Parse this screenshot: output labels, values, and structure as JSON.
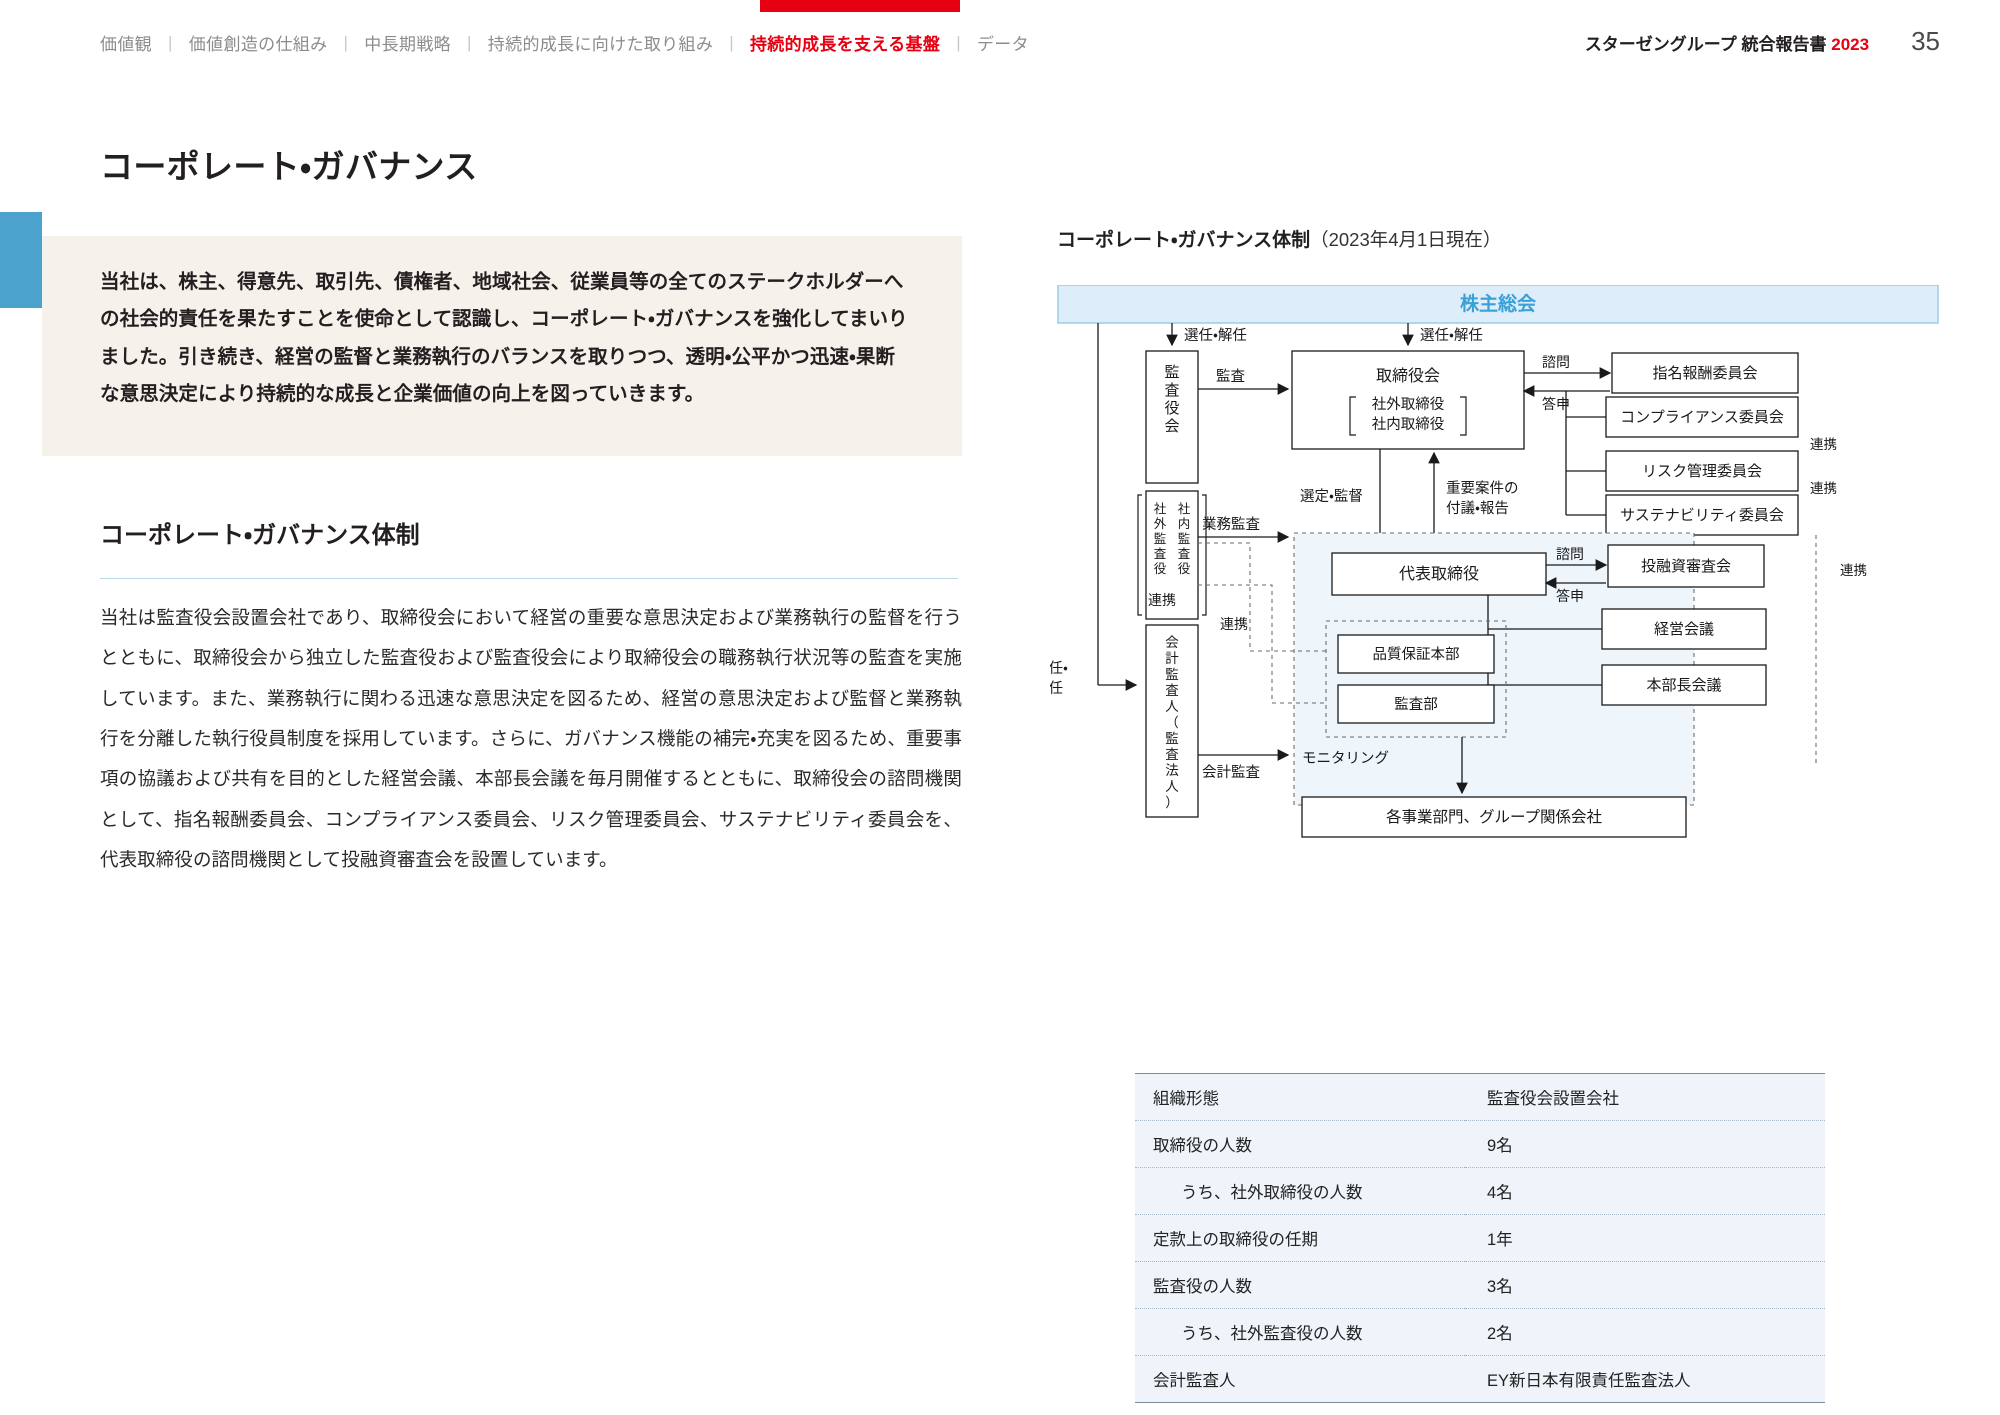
{
  "header": {
    "nav": [
      {
        "label": "価値観",
        "active": false
      },
      {
        "label": "価値創造の仕組み",
        "active": false
      },
      {
        "label": "中長期戦略",
        "active": false
      },
      {
        "label": "持続的成長に向けた取り組み",
        "active": false
      },
      {
        "label": "持続的成長を支える基盤",
        "active": true
      },
      {
        "label": "データ",
        "active": false
      }
    ],
    "separator": "|",
    "brand_name": "スターゼングループ 統合報告書 ",
    "brand_year": "2023",
    "page_number": "35",
    "accent_red": "#e60012"
  },
  "main": {
    "page_title": "コーポレート・ガバナンス",
    "statement": "当社は、株主、得意先、取引先、債権者、地域社会、従業員等の全てのステークホルダーへの社会的責任を果たすことを使命として認識し、コーポレート・ガバナンスを強化してまいりました。引き続き、経営の監督と業務執行のバランスを取りつつ、透明・公平かつ迅速・果断な意思決定により持続的な成長と企業価値の向上を図っていきます。",
    "section_title": "コーポレート・ガバナンス体制",
    "body": "当社は監査役会設置会社であり、取締役会において経営の重要な意思決定および業務執行の監督を行うとともに、取締役会から独立した監査役および監査役会により取締役会の職務執行状況等の監査を実施しています。また、業務執行に関わる迅速な意思決定を図るため、経営の意思決定および監督と業務執行を分離した執行役員制度を採用しています。さらに、ガバナンス機能の補完・充実を図るため、重要事項の協議および共有を目的とした経営会議、本部長会議を毎月開催するとともに、取締役会の諮問機関として、指名報酬委員会、コンプライアンス委員会、リスク管理委員会、サステナビリティ委員会を、代表取締役の諮問機関として投融資審査会を設置しています。"
  },
  "diagram": {
    "title_bold": "コーポレート・ガバナンス体制",
    "title_date": "（2023年4月1日現在）",
    "nodes": {
      "shareholders_meeting": "株主総会",
      "audit_and_supervisory_board": "監査役会",
      "outside_auditor": "社外監査役",
      "inside_auditor": "社内監査役",
      "board_of_directors": "取締役会",
      "outside_director": "社外取締役",
      "inside_director": "社内取締役",
      "nomination_remuneration_committee": "指名報酬委員会",
      "compliance_committee": "コンプライアンス委員会",
      "risk_management_committee": "リスク管理委員会",
      "sustainability_committee": "サステナビリティ委員会",
      "accounting_auditor": "会計監査人（監査法人）",
      "representative_director": "代表取締役",
      "investment_loan_committee": "投融資審査会",
      "management_meeting": "経営会議",
      "division_heads_meeting": "本部長会議",
      "quality_assurance_hq": "品質保証本部",
      "audit_department": "監査部",
      "business_divisions": "各事業部門、グループ関係会社"
    },
    "edges": {
      "appoint_dismiss": "選任・解任",
      "appoint_dismiss_2": "選任・解任",
      "appoint_dismiss_left": "選任・\n解任",
      "audit": "監査",
      "consult": "諮問",
      "report": "答申",
      "consult_2": "諮問",
      "report_2": "答申",
      "cooperation": "連携",
      "select_supervise": "選定・監督",
      "important_matters": "重要案件の\n付議・報告",
      "business_audit": "業務監査",
      "accounting_audit": "会計監査",
      "monitoring": "モニタリング"
    },
    "colors": {
      "shareholders_fill": "#ddeefa",
      "shareholders_text": "#3aa0d8",
      "shareholders_border": "#9ecbe5",
      "exec_panel_fill": "#eef5fb",
      "line": "#1a1a1a"
    }
  },
  "facts_table": {
    "rows": [
      {
        "key": "組織形態",
        "value": "監査役会設置会社",
        "indent": false
      },
      {
        "key": "取締役の人数",
        "value": "9名",
        "indent": false
      },
      {
        "key": "うち、社外取締役の人数",
        "value": "4名",
        "indent": true
      },
      {
        "key": "定款上の取締役の任期",
        "value": "1年",
        "indent": false
      },
      {
        "key": "監査役の人数",
        "value": "3名",
        "indent": false
      },
      {
        "key": "うち、社外監査役の人数",
        "value": "2名",
        "indent": true
      },
      {
        "key": "会計監査人",
        "value": "EY新日本有限責任監査法人",
        "indent": false
      }
    ]
  }
}
